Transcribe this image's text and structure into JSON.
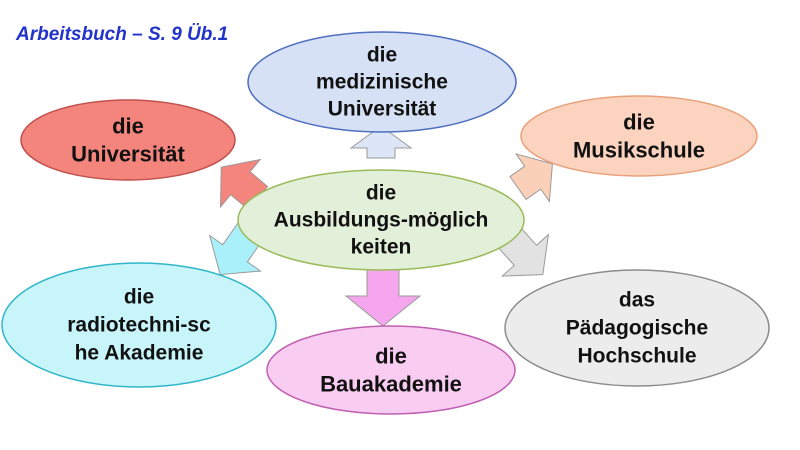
{
  "header": {
    "title": "Arbeitsbuch – S. 9 Üb.1"
  },
  "diagram": {
    "center": {
      "lines": [
        "die",
        "Ausbildungs-möglich",
        "keiten"
      ],
      "fill": "#e2efd9",
      "stroke": "#9bbb59"
    },
    "nodes": [
      {
        "id": "medizinische-universitaet",
        "lines": [
          "die",
          "medizinische",
          "Universität"
        ],
        "fill": "#d6e1f5",
        "stroke": "#4f6fbf",
        "arrow_fill": "#dde6f7"
      },
      {
        "id": "universitaet",
        "lines": [
          "die",
          "Universität"
        ],
        "fill": "#f4857d",
        "stroke": "#c0504d",
        "arrow_fill": "#f4857d"
      },
      {
        "id": "musikschule",
        "lines": [
          "die",
          "Musikschule"
        ],
        "fill": "#fbd3bf",
        "stroke": "#e8a07a",
        "arrow_fill": "#fbd0b8"
      },
      {
        "id": "radiotechnische-akademie",
        "lines": [
          "die",
          "radiotechni-sc",
          "he Akademie"
        ],
        "fill": "#c8f5fa",
        "stroke": "#31b6c9",
        "arrow_fill": "#aaf0fa"
      },
      {
        "id": "bauakademie",
        "lines": [
          "die",
          "Bauakademie"
        ],
        "fill": "#f9ccf2",
        "stroke": "#c060b0",
        "arrow_fill": "#f6a6ee"
      },
      {
        "id": "paedagogische-hochschule",
        "lines": [
          "das",
          "Pädagogische",
          "Hochschule"
        ],
        "fill": "#ececec",
        "stroke": "#8c8c8c",
        "arrow_fill": "#e2e2e2"
      }
    ]
  }
}
